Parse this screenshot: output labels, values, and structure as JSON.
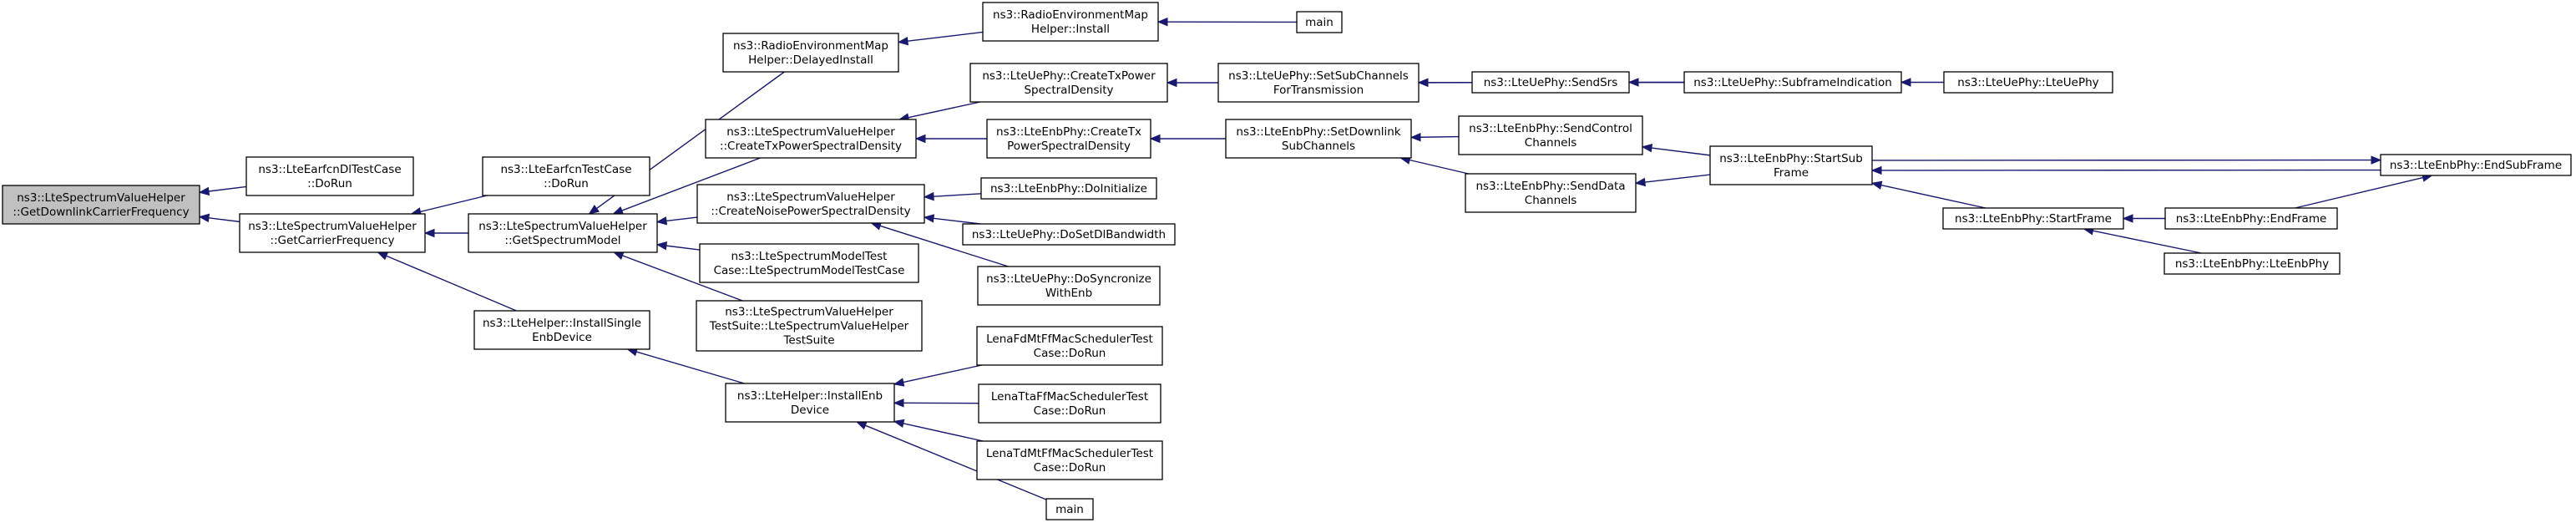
{
  "diagram": {
    "type": "call-graph",
    "nodes": [
      {
        "id": "n0",
        "lines": [
          "ns3::LteSpectrumValueHelper",
          "::GetDownlinkCarrierFrequency"
        ],
        "highlight": true
      },
      {
        "id": "n1",
        "lines": [
          "ns3::LteEarfcnDlTestCase",
          "::DoRun"
        ]
      },
      {
        "id": "n2",
        "lines": [
          "ns3::LteSpectrumValueHelper",
          "::GetCarrierFrequency"
        ]
      },
      {
        "id": "n3",
        "lines": [
          "ns3::LteEarfcnTestCase",
          "::DoRun"
        ]
      },
      {
        "id": "n4",
        "lines": [
          "ns3::LteSpectrumValueHelper",
          "::GetSpectrumModel"
        ]
      },
      {
        "id": "n5",
        "lines": [
          "ns3::LteHelper::InstallSingle",
          "EnbDevice"
        ]
      },
      {
        "id": "n6",
        "lines": [
          "ns3::RadioEnvironmentMap",
          "Helper::DelayedInstall"
        ]
      },
      {
        "id": "n7",
        "lines": [
          "ns3::LteSpectrumValueHelper",
          "::CreateTxPowerSpectralDensity"
        ]
      },
      {
        "id": "n8",
        "lines": [
          "ns3::LteSpectrumValueHelper",
          "::CreateNoisePowerSpectralDensity"
        ]
      },
      {
        "id": "n9",
        "lines": [
          "ns3::LteSpectrumModelTest",
          "Case::LteSpectrumModelTestCase"
        ]
      },
      {
        "id": "n10",
        "lines": [
          "ns3::LteSpectrumValueHelper",
          "TestSuite::LteSpectrumValueHelper",
          "TestSuite"
        ]
      },
      {
        "id": "n11",
        "lines": [
          "ns3::LteHelper::InstallEnb",
          "Device"
        ]
      },
      {
        "id": "n12",
        "lines": [
          "ns3::RadioEnvironmentMap",
          "Helper::Install"
        ]
      },
      {
        "id": "n13",
        "lines": [
          "main"
        ]
      },
      {
        "id": "n14",
        "lines": [
          "ns3::LteUePhy::CreateTxPower",
          "SpectralDensity"
        ]
      },
      {
        "id": "n15",
        "lines": [
          "ns3::LteEnbPhy::CreateTx",
          "PowerSpectralDensity"
        ]
      },
      {
        "id": "n16",
        "lines": [
          "ns3::LteEnbPhy::DoInitialize"
        ]
      },
      {
        "id": "n17",
        "lines": [
          "ns3::LteUePhy::DoSetDlBandwidth"
        ]
      },
      {
        "id": "n18",
        "lines": [
          "ns3::LteUePhy::DoSyncronize",
          "WithEnb"
        ]
      },
      {
        "id": "n19",
        "lines": [
          "LenaFdMtFfMacSchedulerTest",
          "Case::DoRun"
        ]
      },
      {
        "id": "n20",
        "lines": [
          "LenaTtaFfMacSchedulerTest",
          "Case::DoRun"
        ]
      },
      {
        "id": "n21",
        "lines": [
          "LenaTdMtFfMacSchedulerTest",
          "Case::DoRun"
        ]
      },
      {
        "id": "n22",
        "lines": [
          "main"
        ]
      },
      {
        "id": "n23",
        "lines": [
          "ns3::LteUePhy::SetSubChannels",
          "ForTransmission"
        ]
      },
      {
        "id": "n24",
        "lines": [
          "ns3::LteEnbPhy::SetDownlink",
          "SubChannels"
        ]
      },
      {
        "id": "n25",
        "lines": [
          "ns3::LteUePhy::SendSrs"
        ]
      },
      {
        "id": "n26",
        "lines": [
          "ns3::LteUePhy::SubframeIndication"
        ]
      },
      {
        "id": "n27",
        "lines": [
          "ns3::LteUePhy::LteUePhy"
        ]
      },
      {
        "id": "n28",
        "lines": [
          "ns3::LteEnbPhy::SendControl",
          "Channels"
        ]
      },
      {
        "id": "n29",
        "lines": [
          "ns3::LteEnbPhy::SendData",
          "Channels"
        ]
      },
      {
        "id": "n30",
        "lines": [
          "ns3::LteEnbPhy::StartSub",
          "Frame"
        ]
      },
      {
        "id": "n31",
        "lines": [
          "ns3::LteEnbPhy::EndSubFrame"
        ]
      },
      {
        "id": "n32",
        "lines": [
          "ns3::LteEnbPhy::StartFrame"
        ]
      },
      {
        "id": "n33",
        "lines": [
          "ns3::LteEnbPhy::EndFrame"
        ]
      },
      {
        "id": "n34",
        "lines": [
          "ns3::LteEnbPhy::LteEnbPhy"
        ]
      }
    ],
    "edges": [
      {
        "from": "n1",
        "to": "n0"
      },
      {
        "from": "n2",
        "to": "n0"
      },
      {
        "from": "n3",
        "to": "n2"
      },
      {
        "from": "n4",
        "to": "n2"
      },
      {
        "from": "n5",
        "to": "n2"
      },
      {
        "from": "n6",
        "to": "n4"
      },
      {
        "from": "n7",
        "to": "n4"
      },
      {
        "from": "n8",
        "to": "n4"
      },
      {
        "from": "n9",
        "to": "n4"
      },
      {
        "from": "n10",
        "to": "n4"
      },
      {
        "from": "n11",
        "to": "n5"
      },
      {
        "from": "n12",
        "to": "n6"
      },
      {
        "from": "n13",
        "to": "n12"
      },
      {
        "from": "n14",
        "to": "n7"
      },
      {
        "from": "n15",
        "to": "n7"
      },
      {
        "from": "n16",
        "to": "n8"
      },
      {
        "from": "n17",
        "to": "n8"
      },
      {
        "from": "n18",
        "to": "n8"
      },
      {
        "from": "n19",
        "to": "n11"
      },
      {
        "from": "n20",
        "to": "n11"
      },
      {
        "from": "n21",
        "to": "n11"
      },
      {
        "from": "n22",
        "to": "n11"
      },
      {
        "from": "n23",
        "to": "n14"
      },
      {
        "from": "n24",
        "to": "n15"
      },
      {
        "from": "n25",
        "to": "n23"
      },
      {
        "from": "n26",
        "to": "n23"
      },
      {
        "from": "n26",
        "to": "n25"
      },
      {
        "from": "n27",
        "to": "n26"
      },
      {
        "from": "n28",
        "to": "n24"
      },
      {
        "from": "n29",
        "to": "n24"
      },
      {
        "from": "n30",
        "to": "n28"
      },
      {
        "from": "n30",
        "to": "n29"
      },
      {
        "from": "n31",
        "to": "n30"
      },
      {
        "from": "n30",
        "to": "n31"
      },
      {
        "from": "n32",
        "to": "n30"
      },
      {
        "from": "n33",
        "to": "n31"
      },
      {
        "from": "n33",
        "to": "n32"
      },
      {
        "from": "n34",
        "to": "n32"
      }
    ],
    "colors": {
      "edge": "#191970",
      "node_border": "#000000",
      "node_fill": "#ffffff",
      "focus_fill": "#c0c0c0"
    }
  }
}
